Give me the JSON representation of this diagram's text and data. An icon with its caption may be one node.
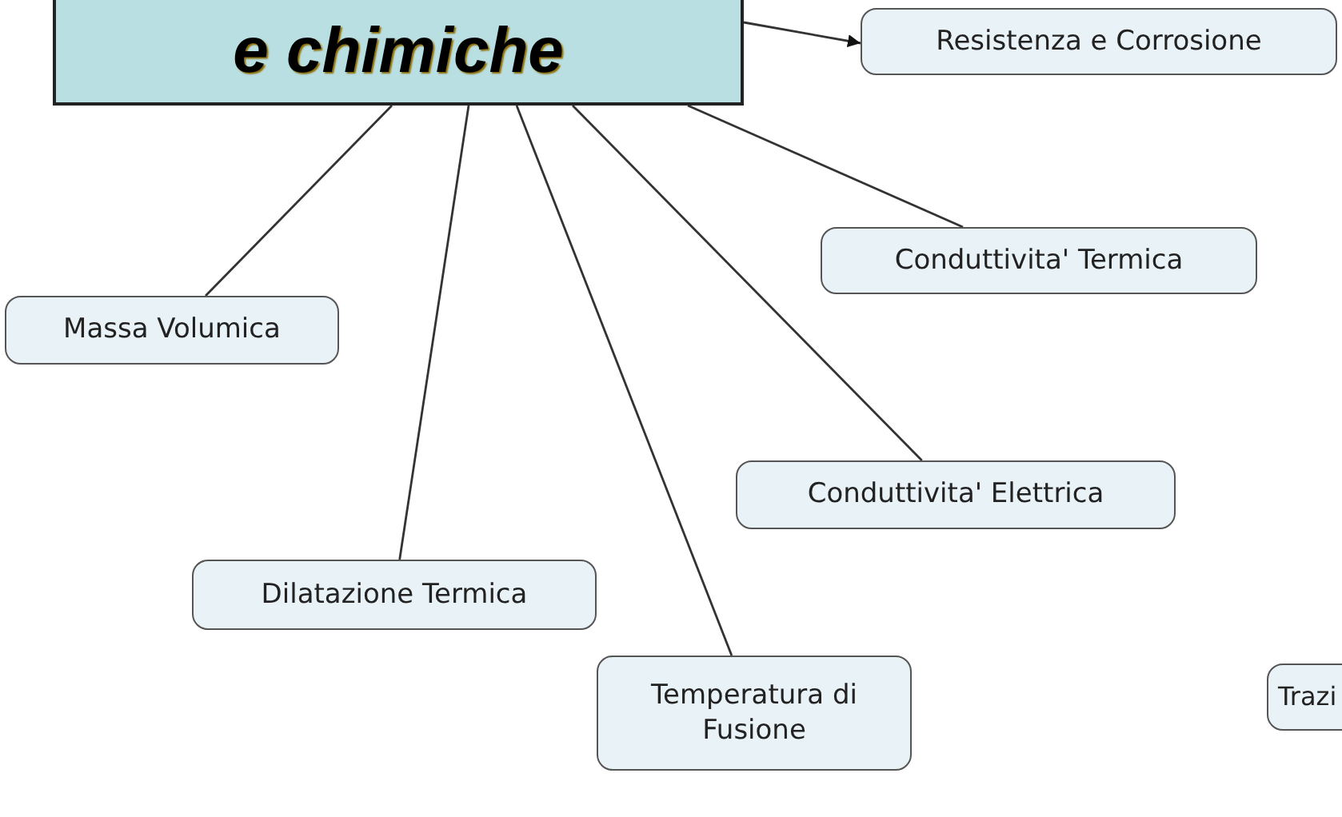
{
  "diagram": {
    "nodes": [
      {
        "text": [
          "e chimiche"
        ]
      },
      {
        "text": [
          "Resistenza e Corrosione"
        ]
      },
      {
        "text": [
          "Conduttivita' Termica"
        ]
      },
      {
        "text": [
          "Massa Volumica"
        ]
      },
      {
        "text": [
          "Conduttivita' Elettrica"
        ]
      },
      {
        "text": [
          "Dilatazione Termica"
        ]
      },
      {
        "text": [
          "Temperatura di Fusione"
        ]
      },
      {
        "text": [
          "Trazi"
        ]
      }
    ],
    "edges": [
      {
        "from": 0,
        "to": 1,
        "arrow": "to"
      },
      {
        "from": 0,
        "to": 2,
        "arrow": "none"
      },
      {
        "from": 0,
        "to": 3,
        "arrow": "none"
      },
      {
        "from": 0,
        "to": 4,
        "arrow": "none"
      },
      {
        "from": 0,
        "to": 5,
        "arrow": "none"
      },
      {
        "from": 0,
        "to": 6,
        "arrow": "none"
      }
    ]
  }
}
